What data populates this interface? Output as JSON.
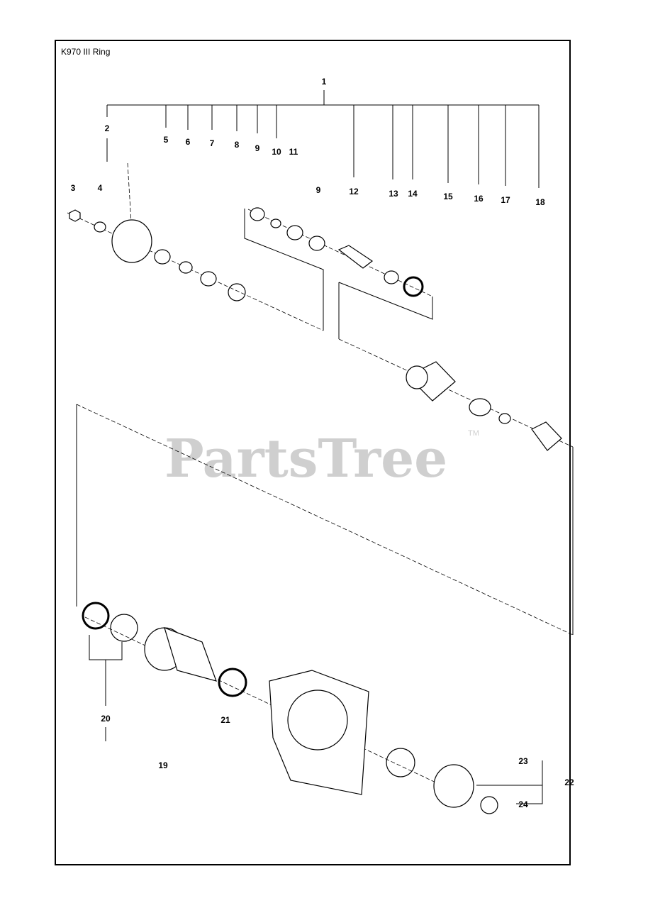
{
  "diagram": {
    "title": "K970 III Ring",
    "watermark": "PartsTree",
    "watermark_mark": "TM",
    "callouts": [
      {
        "id": "c1",
        "label": "1"
      },
      {
        "id": "c2",
        "label": "2"
      },
      {
        "id": "c3",
        "label": "3"
      },
      {
        "id": "c4",
        "label": "4"
      },
      {
        "id": "c5",
        "label": "5"
      },
      {
        "id": "c6",
        "label": "6"
      },
      {
        "id": "c7",
        "label": "7"
      },
      {
        "id": "c8",
        "label": "8"
      },
      {
        "id": "c9a",
        "label": "9"
      },
      {
        "id": "c10",
        "label": "10"
      },
      {
        "id": "c11",
        "label": "11"
      },
      {
        "id": "c9b",
        "label": "9"
      },
      {
        "id": "c12",
        "label": "12"
      },
      {
        "id": "c13",
        "label": "13"
      },
      {
        "id": "c14",
        "label": "14"
      },
      {
        "id": "c15",
        "label": "15"
      },
      {
        "id": "c16",
        "label": "16"
      },
      {
        "id": "c17",
        "label": "17"
      },
      {
        "id": "c18",
        "label": "18"
      },
      {
        "id": "c19",
        "label": "19"
      },
      {
        "id": "c20",
        "label": "20"
      },
      {
        "id": "c21",
        "label": "21"
      },
      {
        "id": "c22",
        "label": "22"
      },
      {
        "id": "c23",
        "label": "23"
      },
      {
        "id": "c24",
        "label": "24"
      }
    ]
  }
}
